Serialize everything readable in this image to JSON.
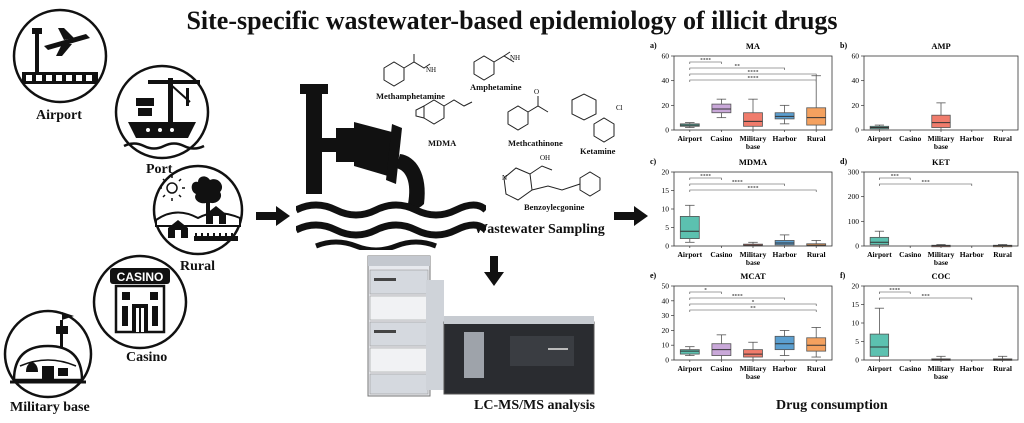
{
  "title": "Site-specific wastewater-based epidemiology of illicit drugs",
  "sites": {
    "airport": "Airport",
    "port": "Port",
    "rural": "Rural",
    "casino": "Casino",
    "military": "Military base"
  },
  "casino_sign": "CASINO",
  "drugs": {
    "methamphetamine": "Methamphetamine",
    "amphetamine": "Amphetamine",
    "mdma": "MDMA",
    "methcathinone": "Methcathinone",
    "ketamine": "Ketamine",
    "benzoylecgonine": "Benzoylecgonine"
  },
  "atoms": {
    "nh": "NH",
    "nh2": "NH",
    "o": "O",
    "oh": "OH",
    "cl": "Cl",
    "n": "N"
  },
  "steps": {
    "sampling": "Wastewater Sampling",
    "analysis": "LC-MS/MS analysis",
    "consumption": "Drug consumption"
  },
  "chart_data": [
    {
      "type": "box",
      "panel": "a)",
      "title": "MA",
      "categories": [
        "Airport",
        "Casino",
        "Military base",
        "Harbor",
        "Rural"
      ],
      "ylim": [
        0,
        60
      ],
      "yticks": [
        0,
        20,
        40,
        60
      ],
      "series": [
        {
          "category": "Airport",
          "q1": 3,
          "median": 4,
          "q3": 5,
          "whisker_low": 2,
          "whisker_high": 6,
          "color": "#5cc1b0"
        },
        {
          "category": "Casino",
          "q1": 14,
          "median": 17,
          "q3": 21,
          "whisker_low": 10,
          "whisker_high": 25,
          "color": "#c9a8d9"
        },
        {
          "category": "Military base",
          "q1": 3,
          "median": 7,
          "q3": 14,
          "whisker_low": 0,
          "whisker_high": 25,
          "color": "#f07c6c"
        },
        {
          "category": "Harbor",
          "q1": 9,
          "median": 11,
          "q3": 14,
          "whisker_low": 5,
          "whisker_high": 20,
          "color": "#5b9fd0"
        },
        {
          "category": "Rural",
          "q1": 4,
          "median": 10,
          "q3": 18,
          "whisker_low": 0,
          "whisker_high": 44,
          "color": "#f4a15f"
        }
      ],
      "significance": [
        "****",
        "**",
        "****",
        "****"
      ]
    },
    {
      "type": "box",
      "panel": "b)",
      "title": "AMP",
      "categories": [
        "Airport",
        "Casino",
        "Military base",
        "Harbor",
        "Rural"
      ],
      "ylim": [
        0,
        60
      ],
      "yticks": [
        0,
        20,
        40,
        60
      ],
      "series": [
        {
          "category": "Airport",
          "q1": 1,
          "median": 2,
          "q3": 3,
          "whisker_low": 0,
          "whisker_high": 4,
          "color": "#5cc1b0"
        },
        {
          "category": "Military base",
          "q1": 2,
          "median": 6,
          "q3": 12,
          "whisker_low": 0,
          "whisker_high": 22,
          "color": "#f07c6c"
        }
      ],
      "significance": []
    },
    {
      "type": "box",
      "panel": "c)",
      "title": "MDMA",
      "categories": [
        "Airport",
        "Casino",
        "Military base",
        "Harbor",
        "Rural"
      ],
      "ylim": [
        0,
        20
      ],
      "yticks": [
        0,
        5,
        10,
        15,
        20
      ],
      "series": [
        {
          "category": "Airport",
          "q1": 2,
          "median": 4,
          "q3": 8,
          "whisker_low": 1,
          "whisker_high": 11,
          "color": "#5cc1b0"
        },
        {
          "category": "Military base",
          "q1": 0,
          "median": 0.2,
          "q3": 0.5,
          "whisker_low": 0,
          "whisker_high": 1,
          "color": "#f07c6c"
        },
        {
          "category": "Harbor",
          "q1": 0.3,
          "median": 0.8,
          "q3": 1.5,
          "whisker_low": 0,
          "whisker_high": 3,
          "color": "#5b9fd0"
        },
        {
          "category": "Rural",
          "q1": 0,
          "median": 0.2,
          "q3": 0.6,
          "whisker_low": 0,
          "whisker_high": 1.5,
          "color": "#f4a15f"
        }
      ],
      "significance": [
        "****",
        "****",
        "****"
      ]
    },
    {
      "type": "box",
      "panel": "d)",
      "title": "KET",
      "categories": [
        "Airport",
        "Casino",
        "Military base",
        "Harbor",
        "Rural"
      ],
      "ylim": [
        0,
        300
      ],
      "yticks": [
        0,
        100,
        200,
        300
      ],
      "series": [
        {
          "category": "Airport",
          "q1": 5,
          "median": 15,
          "q3": 35,
          "whisker_low": 0,
          "whisker_high": 60,
          "color": "#5cc1b0"
        },
        {
          "category": "Military base",
          "q1": 0,
          "median": 1,
          "q3": 3,
          "whisker_low": 0,
          "whisker_high": 6,
          "color": "#f07c6c"
        },
        {
          "category": "Rural",
          "q1": 0,
          "median": 1,
          "q3": 3,
          "whisker_low": 0,
          "whisker_high": 6,
          "color": "#f4a15f"
        }
      ],
      "significance": [
        "***",
        "***"
      ]
    },
    {
      "type": "box",
      "panel": "e)",
      "title": "MCAT",
      "categories": [
        "Airport",
        "Casino",
        "Military base",
        "Harbor",
        "Rural"
      ],
      "ylim": [
        0,
        50
      ],
      "yticks": [
        0,
        10,
        20,
        30,
        40,
        50
      ],
      "series": [
        {
          "category": "Airport",
          "q1": 4,
          "median": 6,
          "q3": 7,
          "whisker_low": 3,
          "whisker_high": 9,
          "color": "#5cc1b0"
        },
        {
          "category": "Casino",
          "q1": 3,
          "median": 7,
          "q3": 11,
          "whisker_low": 0,
          "whisker_high": 17,
          "color": "#c9a8d9"
        },
        {
          "category": "Military base",
          "q1": 2,
          "median": 4,
          "q3": 7,
          "whisker_low": 0,
          "whisker_high": 12,
          "color": "#f07c6c"
        },
        {
          "category": "Harbor",
          "q1": 7,
          "median": 11,
          "q3": 16,
          "whisker_low": 3,
          "whisker_high": 20,
          "color": "#5b9fd0"
        },
        {
          "category": "Rural",
          "q1": 6,
          "median": 10,
          "q3": 15,
          "whisker_low": 2,
          "whisker_high": 22,
          "color": "#f4a15f"
        }
      ],
      "significance": [
        "*",
        "****",
        "*",
        "**"
      ]
    },
    {
      "type": "box",
      "panel": "f)",
      "title": "COC",
      "categories": [
        "Airport",
        "Casino",
        "Military base",
        "Harbor",
        "Rural"
      ],
      "ylim": [
        0,
        20
      ],
      "yticks": [
        0,
        5,
        10,
        15,
        20
      ],
      "series": [
        {
          "category": "Airport",
          "q1": 1,
          "median": 3.5,
          "q3": 7,
          "whisker_low": 0,
          "whisker_high": 14,
          "color": "#5cc1b0"
        },
        {
          "category": "Military base",
          "q1": 0,
          "median": 0.1,
          "q3": 0.3,
          "whisker_low": 0,
          "whisker_high": 1,
          "color": "#f07c6c"
        },
        {
          "category": "Rural",
          "q1": 0,
          "median": 0.1,
          "q3": 0.3,
          "whisker_low": 0,
          "whisker_high": 1,
          "color": "#f4a15f"
        }
      ],
      "significance": [
        "****",
        "***"
      ]
    }
  ]
}
